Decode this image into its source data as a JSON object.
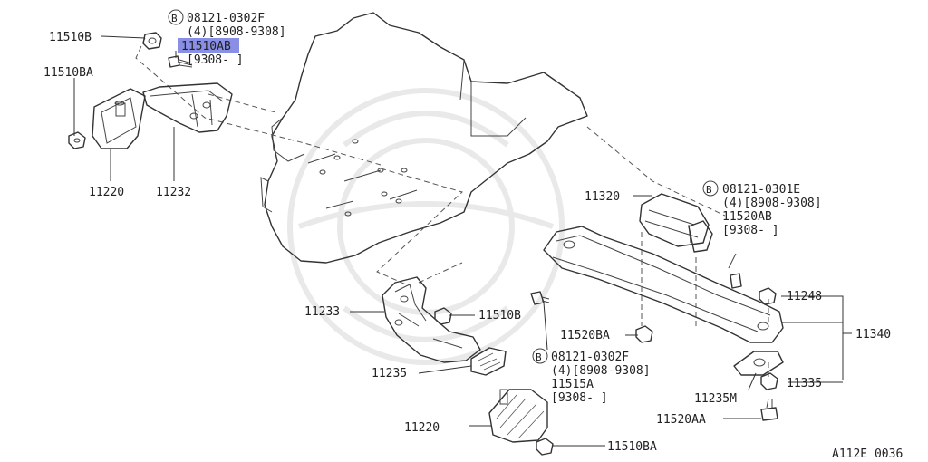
{
  "diagram": {
    "figure_code": "A112E 0036",
    "highlight_color": "#8a8fe6",
    "callouts": [
      {
        "id": "c1",
        "text": "11510B"
      },
      {
        "id": "c2",
        "text": "11510BA"
      },
      {
        "id": "c3",
        "text": "11220"
      },
      {
        "id": "c4",
        "text": "11232"
      },
      {
        "id": "c5",
        "text": "11510AB",
        "highlighted": true
      },
      {
        "id": "c6",
        "text": "11320"
      },
      {
        "id": "c7",
        "text": "11248"
      },
      {
        "id": "c8",
        "text": "11340"
      },
      {
        "id": "c9",
        "text": "11233"
      },
      {
        "id": "c10",
        "text": "11510B"
      },
      {
        "id": "c11",
        "text": "11520BA"
      },
      {
        "id": "c12",
        "text": "11235"
      },
      {
        "id": "c13",
        "text": "11235M"
      },
      {
        "id": "c14",
        "text": "11335"
      },
      {
        "id": "c15",
        "text": "11220"
      },
      {
        "id": "c16",
        "text": "11520AA"
      },
      {
        "id": "c17",
        "text": "11510BA"
      }
    ],
    "notes": [
      {
        "id": "n1",
        "bolt_mark": "B",
        "lines": [
          "08121-0302F",
          "(4)[8908-9308]",
          "[9308-     ]"
        ]
      },
      {
        "id": "n2",
        "bolt_mark": "B",
        "lines": [
          "08121-0301E",
          "(4)[8908-9308]",
          "11520AB",
          "[9308-     ]"
        ]
      },
      {
        "id": "n3",
        "bolt_mark": "B",
        "lines": [
          "08121-0302F",
          "(4)[8908-9308]",
          "11515A",
          "[9308-     ]"
        ]
      }
    ]
  }
}
